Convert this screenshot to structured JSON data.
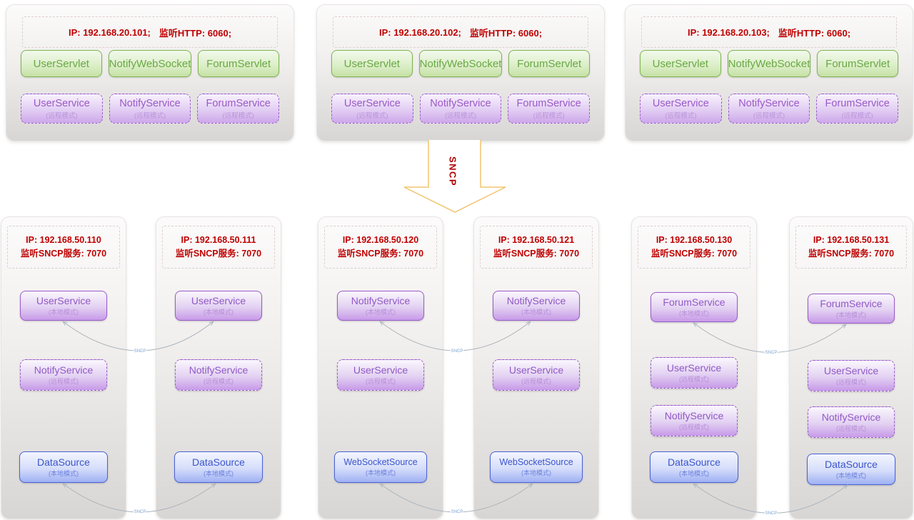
{
  "colors": {
    "red_text": "#bf0000",
    "green_border": "#7db54e",
    "green_text": "#68a844",
    "purple_border": "#9a5ccb",
    "purple_text": "#9b59c8",
    "blue_border": "#4a62d8",
    "blue_text": "#3b55cc",
    "arrow_outline": "#f0c56e",
    "connector_line": "#aab4bd"
  },
  "big_arrow": {
    "label": "SNCP"
  },
  "servers": [
    {
      "ip": "IP: 192.168.20.101;",
      "listen": "监听HTTP: 6060;",
      "servlets": [
        "UserServlet",
        "NotifyWebSocket",
        "ForumServlet"
      ],
      "services": [
        {
          "name": "UserService",
          "mode": "(远程模式)"
        },
        {
          "name": "NotifyService",
          "mode": "(远程模式)"
        },
        {
          "name": "ForumService",
          "mode": "(远程模式)"
        }
      ]
    },
    {
      "ip": "IP: 192.168.20.102;",
      "listen": "监听HTTP: 6060;",
      "servlets": [
        "UserServlet",
        "NotifyWebSocket",
        "ForumServlet"
      ],
      "services": [
        {
          "name": "UserService",
          "mode": "(远程模式)"
        },
        {
          "name": "NotifyService",
          "mode": "(远程模式)"
        },
        {
          "name": "ForumService",
          "mode": "(远程模式)"
        }
      ]
    },
    {
      "ip": "IP: 192.168.20.103;",
      "listen": "监听HTTP: 6060;",
      "servlets": [
        "UserServlet",
        "NotifyWebSocket",
        "ForumServlet"
      ],
      "services": [
        {
          "name": "UserService",
          "mode": "(远程模式)"
        },
        {
          "name": "NotifyService",
          "mode": "(远程模式)"
        },
        {
          "name": "ForumService",
          "mode": "(远程模式)"
        }
      ]
    }
  ],
  "nodes": [
    {
      "ip": "IP: 192.168.50.110",
      "listen": "监听SNCP服务: 7070",
      "svc1": {
        "name": "UserService",
        "mode": "(本地模式)"
      },
      "svc2": {
        "name": "NotifyService",
        "mode": "(远程模式)"
      },
      "source": {
        "name": "DataSource",
        "mode": "(本地模式)"
      }
    },
    {
      "ip": "IP: 192.168.50.111",
      "listen": "监听SNCP服务: 7070",
      "svc1": {
        "name": "UserService",
        "mode": "(本地模式)"
      },
      "svc2": {
        "name": "NotifyService",
        "mode": "(远程模式)"
      },
      "source": {
        "name": "DataSource",
        "mode": "(本地模式)"
      }
    },
    {
      "ip": "IP: 192.168.50.120",
      "listen": "监听SNCP服务: 7070",
      "svc1": {
        "name": "NotifyService",
        "mode": "(本地模式)"
      },
      "svc2": {
        "name": "UserService",
        "mode": "(远程模式)"
      },
      "source": {
        "name": "WebSocketSource",
        "mode": "(本地模式)"
      }
    },
    {
      "ip": "IP: 192.168.50.121",
      "listen": "监听SNCP服务: 7070",
      "svc1": {
        "name": "NotifyService",
        "mode": "(本地模式)"
      },
      "svc2": {
        "name": "UserService",
        "mode": "(远程模式)"
      },
      "source": {
        "name": "WebSocketSource",
        "mode": "(本地模式)"
      }
    },
    {
      "ip": "IP: 192.168.50.130",
      "listen": "监听SNCP服务: 7070",
      "svc1": {
        "name": "ForumService",
        "mode": "(本地模式)"
      },
      "svc2": {
        "name": "UserService",
        "mode": "(远程模式)"
      },
      "svc3": {
        "name": "NotifyService",
        "mode": "(远程模式)"
      },
      "source": {
        "name": "DataSource",
        "mode": "(本地模式)"
      }
    },
    {
      "ip": "IP: 192.168.50.131",
      "listen": "监听SNCP服务: 7070",
      "svc1": {
        "name": "ForumService",
        "mode": "(本地模式)"
      },
      "svc2": {
        "name": "UserService",
        "mode": "(远程模式)"
      },
      "svc3": {
        "name": "NotifyService",
        "mode": "(远程模式)"
      },
      "source": {
        "name": "DataSource",
        "mode": "(本地模式)"
      }
    }
  ],
  "links": [
    {
      "label": "SNCP"
    },
    {
      "label": "SNCP"
    },
    {
      "label": "SNCP"
    },
    {
      "label": "SNCP"
    },
    {
      "label": "SNCP"
    },
    {
      "label": "SNCP"
    }
  ]
}
